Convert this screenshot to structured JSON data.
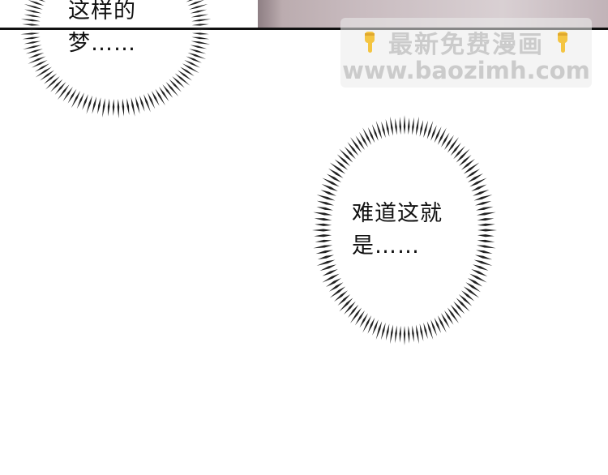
{
  "panel_top": {
    "bubble_text_line1": "这样的",
    "bubble_text_line2": "梦……"
  },
  "panel_middle": {
    "bubble_text_line1": "难道这就",
    "bubble_text_line2": "是……"
  },
  "watermark": {
    "title": "最新免费漫画",
    "url": "www.baozimh.com",
    "icon": "pointing-down-hand-icon",
    "color": "#c8c8c8"
  },
  "colors": {
    "background": "#ffffff",
    "spike": "#222222",
    "border": "#111111"
  }
}
